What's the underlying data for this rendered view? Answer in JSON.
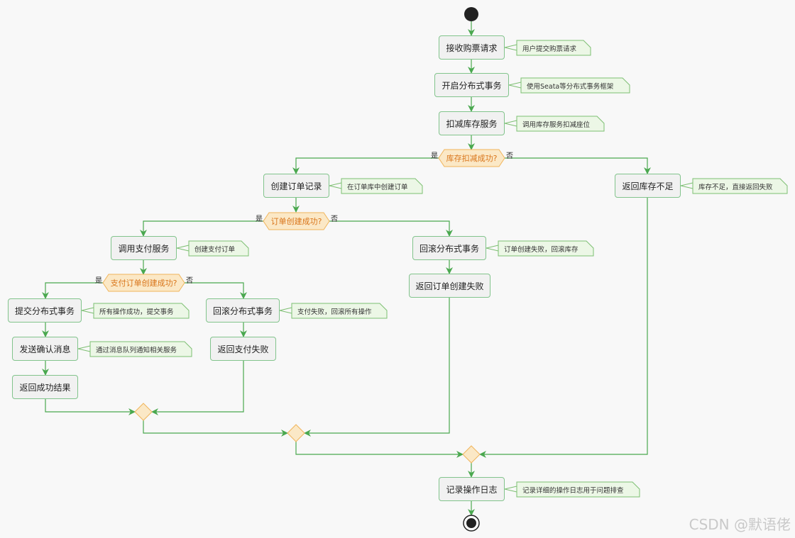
{
  "activities": {
    "receive": "接收购票请求",
    "begin_tx": "开启分布式事务",
    "deduct": "扣减库存服务",
    "create_order": "创建订单记录",
    "return_stock_low": "返回库存不足",
    "call_pay": "调用支付服务",
    "rollback_order": "回滚分布式事务",
    "return_order_fail": "返回订单创建失败",
    "commit": "提交分布式事务",
    "rollback_pay": "回滚分布式事务",
    "send_msg": "发送确认消息",
    "return_pay_fail": "返回支付失败",
    "return_ok": "返回成功结果",
    "log": "记录操作日志"
  },
  "notes": {
    "receive": "用户提交购票请求",
    "begin_tx": "使用Seata等分布式事务框架",
    "deduct": "调用库存服务扣减座位",
    "create_order": "在订单库中创建订单",
    "return_stock_low": "库存不足，直接返回失败",
    "call_pay": "创建支付订单",
    "rollback_order": "订单创建失败，回滚库存",
    "commit": "所有操作成功，提交事务",
    "rollback_pay": "支付失败，回滚所有操作",
    "send_msg": "通过消息队列通知相关服务",
    "log": "记录详细的操作日志用于问题排查"
  },
  "decisions": {
    "stock": "库存扣减成功?",
    "order": "订单创建成功?",
    "pay": "支付订单创建成功?"
  },
  "labels": {
    "yes": "是",
    "no": "否"
  },
  "watermark": "CSDN @默语佬",
  "colors": {
    "line": "#4aa84f",
    "activity_border": "#82c48c",
    "note_fill": "#ecf7e6",
    "note_border": "#7dbf72",
    "decision_fill": "#fbe8c6",
    "decision_border": "#f0b45a",
    "decision_text": "#d9751a"
  }
}
